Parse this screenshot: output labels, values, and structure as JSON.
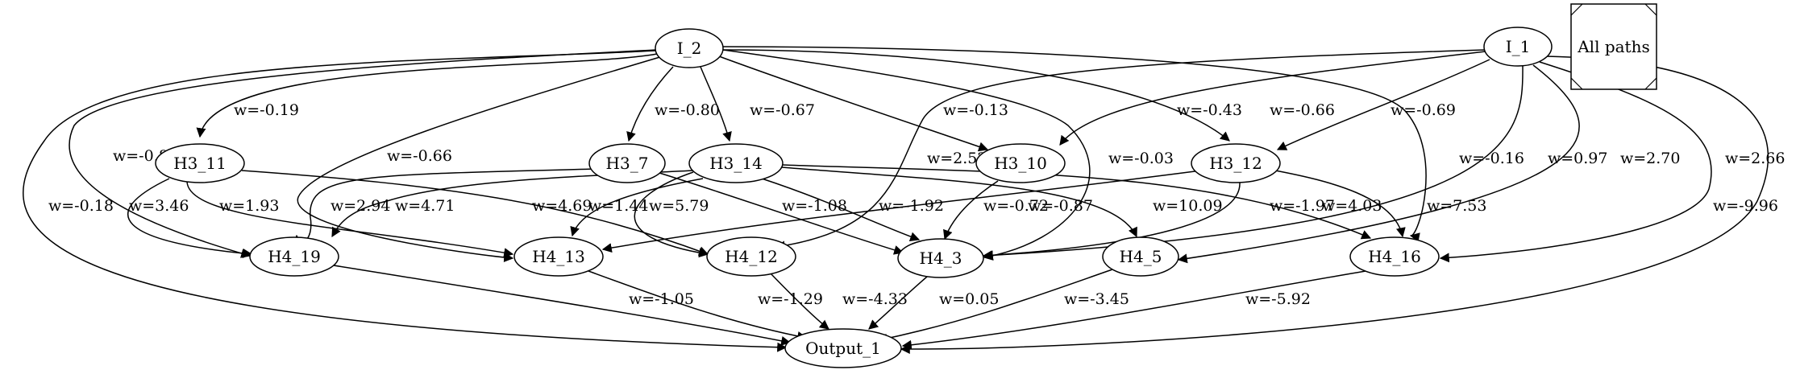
{
  "legend": {
    "label": "All paths"
  },
  "nodes": [
    {
      "id": "I_2",
      "label": "I_2"
    },
    {
      "id": "I_1",
      "label": "I_1"
    },
    {
      "id": "H3_11",
      "label": "H3_11"
    },
    {
      "id": "H3_7",
      "label": "H3_7"
    },
    {
      "id": "H3_14",
      "label": "H3_14"
    },
    {
      "id": "H3_10",
      "label": "H3_10"
    },
    {
      "id": "H3_12",
      "label": "H3_12"
    },
    {
      "id": "H4_19",
      "label": "H4_19"
    },
    {
      "id": "H4_13",
      "label": "H4_13"
    },
    {
      "id": "H4_12",
      "label": "H4_12"
    },
    {
      "id": "H4_3",
      "label": "H4_3"
    },
    {
      "id": "H4_5",
      "label": "H4_5"
    },
    {
      "id": "H4_16",
      "label": "H4_16"
    },
    {
      "id": "Output_1",
      "label": "Output_1"
    }
  ],
  "edges": [
    {
      "from": "I_2",
      "to": "H3_11",
      "label": "w=-0.19"
    },
    {
      "from": "I_2",
      "to": "H4_19",
      "label": "w=-0.83"
    },
    {
      "from": "I_2",
      "to": "Output_1",
      "label": "w=-0.18"
    },
    {
      "from": "I_2",
      "to": "H4_13",
      "label": "w=-0.66"
    },
    {
      "from": "I_2",
      "to": "H3_7",
      "label": "w=-0.80"
    },
    {
      "from": "I_2",
      "to": "H3_14",
      "label": "w=-0.67"
    },
    {
      "from": "I_2",
      "to": "H3_10",
      "label": "w=-0.13"
    },
    {
      "from": "I_2",
      "to": "H4_3",
      "label": "w=-0.03"
    },
    {
      "from": "I_2",
      "to": "H3_12",
      "label": "w=-0.66"
    },
    {
      "from": "I_2",
      "to": "H4_16",
      "label": "w=-0.16"
    },
    {
      "from": "I_1",
      "to": "H4_12",
      "label": "w=2.52"
    },
    {
      "from": "I_1",
      "to": "H3_10",
      "label": "w=-0.43"
    },
    {
      "from": "I_1",
      "to": "H3_12",
      "label": "w=-0.69"
    },
    {
      "from": "I_1",
      "to": "H4_3",
      "label": "w=0.97"
    },
    {
      "from": "I_1",
      "to": "H4_5",
      "label": "w=2.70"
    },
    {
      "from": "I_1",
      "to": "H4_16",
      "label": "w=2.66"
    },
    {
      "from": "I_1",
      "to": "Output_1",
      "label": "w=-9.96"
    },
    {
      "from": "H3_11",
      "to": "H4_19",
      "label": "w=3.46"
    },
    {
      "from": "H3_11",
      "to": "H4_13",
      "label": "w=1.93"
    },
    {
      "from": "H3_11",
      "to": "H4_12",
      "label": "w=4.69"
    },
    {
      "from": "H3_7",
      "to": "H4_19",
      "label": "w=2.94"
    },
    {
      "from": "H3_7",
      "to": "H4_3",
      "label": "w=-1.08"
    },
    {
      "from": "H3_14",
      "to": "H4_19",
      "label": "w=4.71"
    },
    {
      "from": "H3_14",
      "to": "H4_13",
      "label": "w=1.44"
    },
    {
      "from": "H3_14",
      "to": "H4_12",
      "label": "w=5.79"
    },
    {
      "from": "H3_14",
      "to": "H4_3",
      "label": "w=-1.92"
    },
    {
      "from": "H3_14",
      "to": "H4_5",
      "label": "w=10.09"
    },
    {
      "from": "H3_14",
      "to": "H4_16",
      "label": "w=4.03"
    },
    {
      "from": "H3_10",
      "to": "H4_3",
      "label": "w=-0.72"
    },
    {
      "from": "H3_12",
      "to": "H4_13",
      "label": "w=-0.87"
    },
    {
      "from": "H3_12",
      "to": "H4_3",
      "label": "w=-1.97"
    },
    {
      "from": "H3_12",
      "to": "H4_16",
      "label": "w=7.53"
    },
    {
      "from": "H4_19",
      "to": "Output_1",
      "label": "w=-1.05"
    },
    {
      "from": "H4_13",
      "to": "Output_1",
      "label": "w=-1.29"
    },
    {
      "from": "H4_12",
      "to": "Output_1",
      "label": "w=-4.33"
    },
    {
      "from": "H4_3",
      "to": "Output_1",
      "label": "w=0.05"
    },
    {
      "from": "H4_5",
      "to": "Output_1",
      "label": "w=-3.45"
    },
    {
      "from": "H4_16",
      "to": "Output_1",
      "label": "w=-5.92"
    }
  ]
}
